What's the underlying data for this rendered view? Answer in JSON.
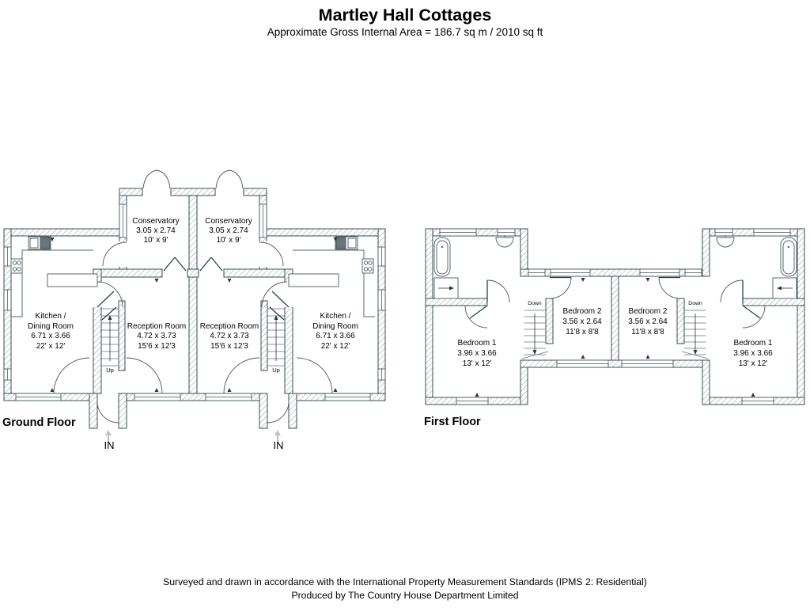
{
  "header": {
    "title": "Martley Hall Cottages",
    "subtitle": "Approximate Gross Internal Area = 186.7 sq m / 2010 sq ft"
  },
  "ground_floor": {
    "label": "Ground Floor",
    "up_label": "Up",
    "in_label": "IN",
    "rooms": {
      "kitchen_left": {
        "lines": [
          "Kitchen /",
          "Dining Room",
          "6.71 x 3.66",
          "22' x 12'"
        ]
      },
      "kitchen_right": {
        "lines": [
          "Kitchen /",
          "Dining Room",
          "6.71 x 3.66",
          "22' x 12'"
        ]
      },
      "reception_left": {
        "lines": [
          "Reception Room",
          "4.72 x 3.73",
          "15'6 x 12'3"
        ]
      },
      "reception_right": {
        "lines": [
          "Reception Room",
          "4.72 x 3.73",
          "15'6 x 12'3"
        ]
      },
      "conservatory_left": {
        "lines": [
          "Conservatory",
          "3.05 x 2.74",
          "10' x 9'"
        ]
      },
      "conservatory_right": {
        "lines": [
          "Conservatory",
          "3.05 x 2.74",
          "10' x 9'"
        ]
      }
    }
  },
  "first_floor": {
    "label": "First Floor",
    "down_label": "Down",
    "rooms": {
      "bedroom1_left": {
        "lines": [
          "Bedroom 1",
          "3.96 x 3.66",
          "13' x 12'"
        ]
      },
      "bedroom2_left": {
        "lines": [
          "Bedroom 2",
          "3.56 x 2.64",
          "11'8 x 8'8"
        ]
      },
      "bedroom2_right": {
        "lines": [
          "Bedroom 2",
          "3.56 x 2.64",
          "11'8 x 8'8"
        ]
      },
      "bedroom1_right": {
        "lines": [
          "Bedroom 1",
          "3.96 x 3.66",
          "13' x 12'"
        ]
      }
    }
  },
  "footer": {
    "line1": "Surveyed and drawn in accordance with the International Property Measurement Standards (IPMS 2: Residential)",
    "line2": "Produced by The Country House Department Limited"
  },
  "colors": {
    "wall_line": "#3d4c52",
    "hatch": "#98a2a6",
    "door_leaf": "#1c4b40",
    "entry_arrow": "#c2c2c2"
  }
}
